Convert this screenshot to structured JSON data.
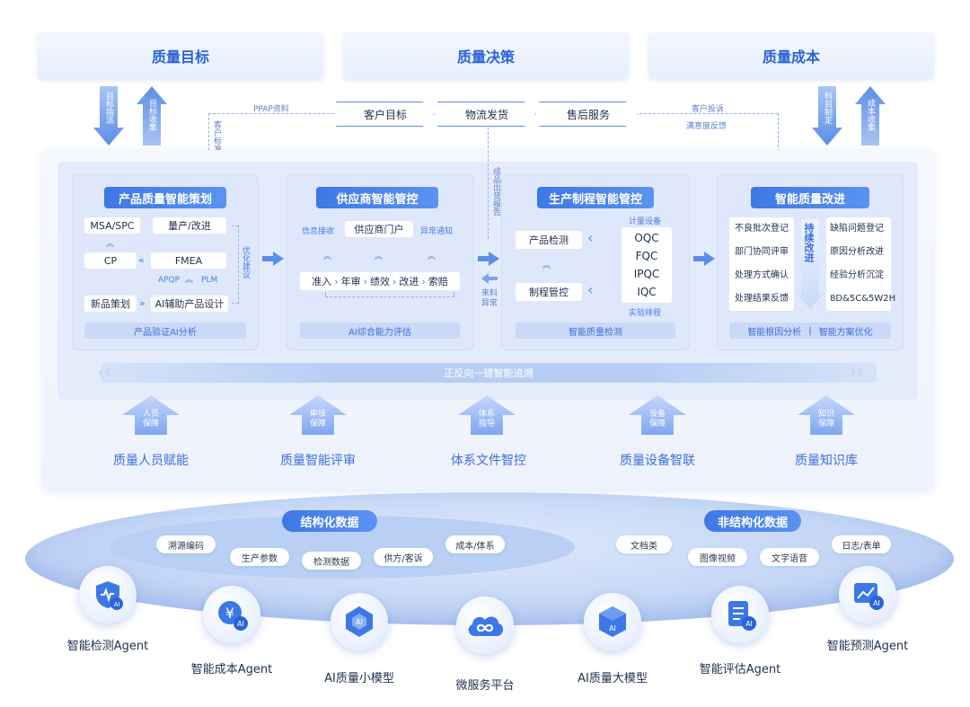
{
  "top": {
    "goal": "质量目标",
    "decision": "质量决策",
    "cost": "质量成本"
  },
  "left_arrows": {
    "down": "目标指派",
    "up": "目标收集"
  },
  "right_arrows": {
    "down": "科目制定",
    "up": "成本收集"
  },
  "flow": {
    "ppap": "PPAP资料",
    "customer_std": "客户标准",
    "steps": [
      "客户目标",
      "物流发货",
      "售后服务"
    ],
    "complaint": "客户投诉",
    "feedback": "满意度反馈",
    "shipment_report": "成品出货报告",
    "material_abnormal": "来料异常"
  },
  "p1": {
    "title": "产品质量智能策划",
    "msa": "MSA/SPC",
    "mass": "量产/改进",
    "cp": "CP",
    "fmea": "FMEA",
    "apqp": "APQP",
    "plm": "PLM",
    "newprod": "新品策划",
    "ai_design": "AI辅助产品设计",
    "optimize": "优化建议",
    "foot": "产品验证AI分析"
  },
  "p2": {
    "title": "供应商智能管控",
    "info": "信息接收",
    "portal": "供应商门户",
    "notify": "异常通知",
    "chain": [
      "准入",
      "年审",
      "绩效",
      "改进",
      "索赔"
    ],
    "foot": "AI综合能力评估"
  },
  "p3": {
    "title": "生产制程智能管控",
    "inspect": "产品检测",
    "process": "制程管控",
    "equip": "计量设备",
    "lab": "实验排程",
    "qcs": [
      "OQC",
      "FQC",
      "IPQC",
      "IQC"
    ],
    "foot": "智能质量检测"
  },
  "p4": {
    "title": "智能质量改进",
    "left": [
      "不良批次登记",
      "部门协同评审",
      "处理方式确认",
      "处理结果反馈"
    ],
    "middle": "持续改进",
    "right": [
      "缺陷问题登记",
      "原因分析改进",
      "经验分析沉淀",
      "8D&5C&5W2H"
    ],
    "foot_a": "智能根因分析",
    "foot_sep": "|",
    "foot_b": "智能方案优化"
  },
  "trace": "正反向一键智能追溯",
  "support": [
    {
      "arrow": "人员保障",
      "bar": "质量人员赋能"
    },
    {
      "arrow": "审核保障",
      "bar": "质量智能评审"
    },
    {
      "arrow": "体系指导",
      "bar": "体系文件智控"
    },
    {
      "arrow": "设备保障",
      "bar": "质量设备智联"
    },
    {
      "arrow": "知识保障",
      "bar": "质量知识库"
    }
  ],
  "structured": {
    "title": "结构化数据",
    "items": [
      "溯源编码",
      "生产参数",
      "检测数据",
      "供方/客诉",
      "成本/体系"
    ]
  },
  "unstructured": {
    "title": "非结构化数据",
    "items": [
      "文档类",
      "图像视频",
      "文字语音",
      "日志/表单"
    ]
  },
  "agents": [
    {
      "label": "智能检测Agent",
      "icon": "shield-ai-icon"
    },
    {
      "label": "智能成本Agent",
      "icon": "yuan-ai-icon"
    },
    {
      "label": "AI质量小模型",
      "icon": "small-model-icon"
    },
    {
      "label": "微服务平台",
      "icon": "infinity-cloud-icon"
    },
    {
      "label": "AI质量大模型",
      "icon": "large-model-icon"
    },
    {
      "label": "智能评估Agent",
      "icon": "checklist-ai-icon"
    },
    {
      "label": "智能预测Agent",
      "icon": "chart-ai-icon"
    }
  ],
  "colors": {
    "accent": "#3d78e6",
    "light": "#e4ecfb",
    "text": "#1f2f4d"
  }
}
